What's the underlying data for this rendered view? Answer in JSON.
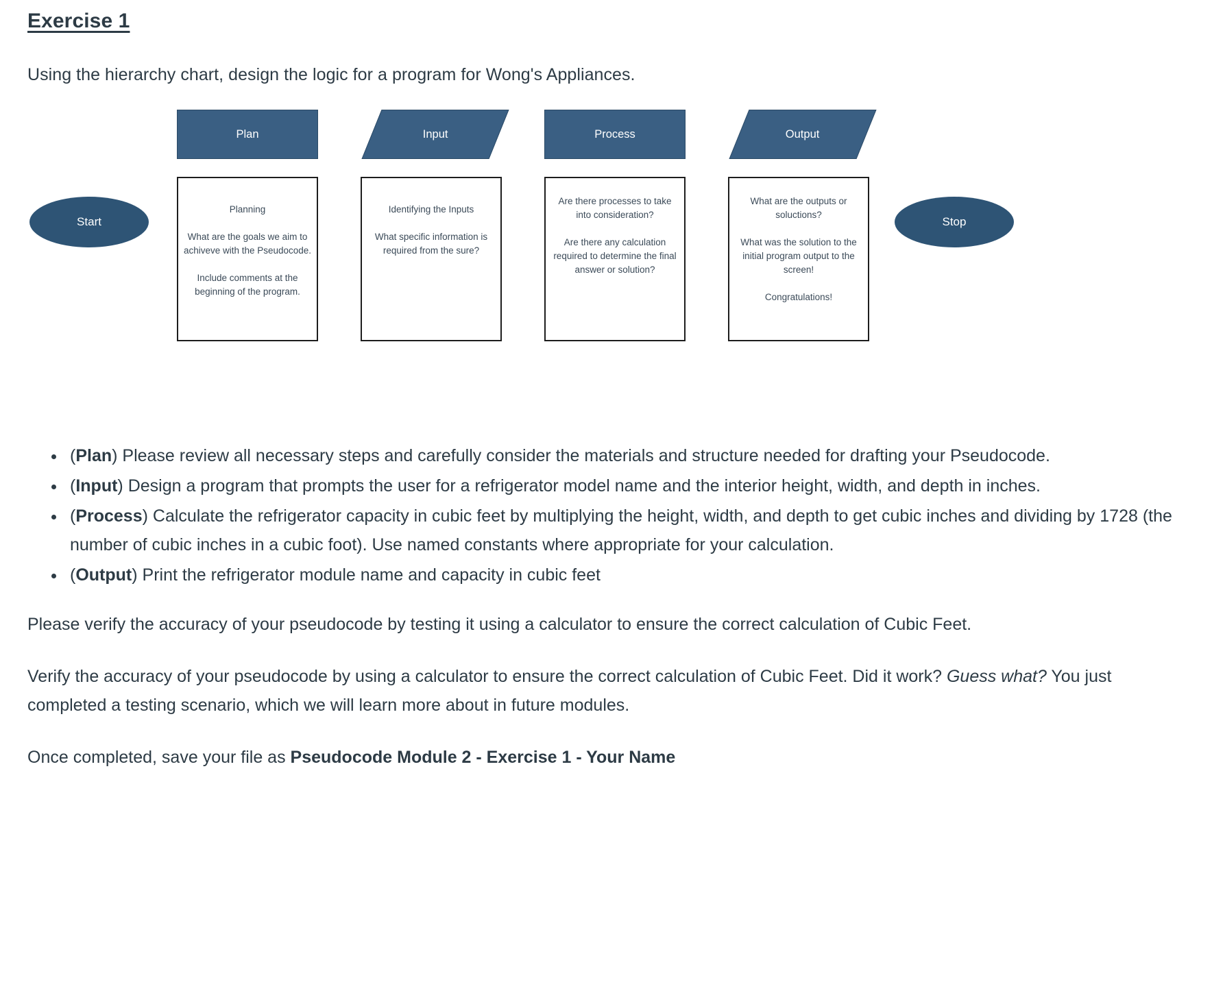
{
  "heading": "Exercise 1",
  "intro": "Using the hierarchy chart, design the logic for a program for Wong's Appliances.",
  "colors": {
    "header_fill": "#3a5f83",
    "terminator_fill": "#2e5475",
    "text": "#2d3b45",
    "box_border": "#1d1d1d"
  },
  "diagram": {
    "start_label": "Start",
    "stop_label": "Stop",
    "columns": [
      {
        "header": "Plan",
        "shape": "rectangle",
        "lines": [
          "Planning",
          "What are the goals we aim to achiveve with the Pseudocode.",
          "Include comments at the beginning of the program."
        ]
      },
      {
        "header": "Input",
        "shape": "parallelogram",
        "lines": [
          "Identifying the Inputs",
          "What specific information is required from the sure?"
        ]
      },
      {
        "header": "Process",
        "shape": "rectangle",
        "lines": [
          "Are there processes to take into consideration?",
          "Are there any calculation required to determine the final answer or solution?"
        ]
      },
      {
        "header": "Output",
        "shape": "parallelogram",
        "lines": [
          "What are the outputs or soluctions?",
          "What was the solution to the initial program output to the screen!",
          "Congratulations!"
        ]
      }
    ]
  },
  "bullets": [
    {
      "label": "Plan",
      "text": ") Please review all necessary steps and carefully consider the materials and structure needed for drafting your Pseudocode."
    },
    {
      "label": "Input",
      "text": ") Design a program that prompts the user for a refrigerator model name and the interior height, width, and depth in inches."
    },
    {
      "label": "Process",
      "text": ") Calculate the refrigerator capacity in cubic feet by multiplying the height, width, and depth to get cubic inches and dividing by 1728 (the number of cubic inches in a cubic foot). Use named constants where appropriate for your calculation."
    },
    {
      "label": "Output",
      "text": ") Print the refrigerator module name and capacity in cubic feet"
    }
  ],
  "paragraphs": {
    "verify_accuracy": "Please verify the accuracy of your pseudocode by testing it using a calculator to ensure the correct calculation of Cubic Feet.",
    "verify_second_part1": "Verify the accuracy of your pseudocode by using a calculator to ensure the correct calculation of Cubic Feet.  Did it work?  ",
    "verify_second_italic": "Guess what?",
    "verify_second_part2": " You just completed a testing scenario, which we will learn more about in future modules.",
    "save_prefix": "Once completed, save your file as ",
    "save_filename": "Pseudocode Module 2 - Exercise 1 - Your Name"
  }
}
